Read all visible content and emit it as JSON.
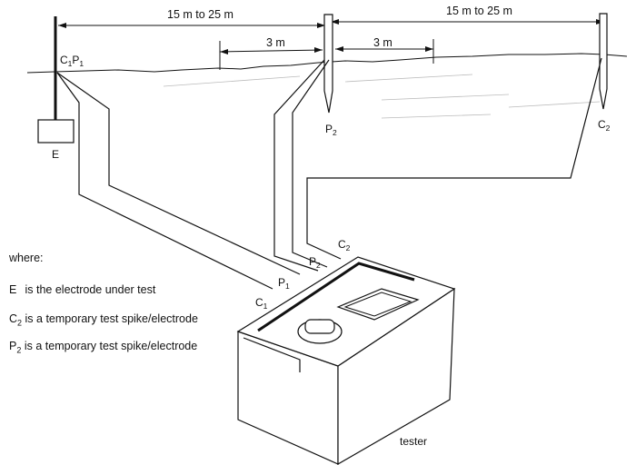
{
  "labels": {
    "top_distance_left": "15 m to 25 m",
    "top_distance_right": "15 m to 25 m",
    "gap_left": "3 m",
    "gap_right": "3 m",
    "c1p1_c": "C",
    "c1p1_c_sub": "1",
    "c1p1_p": "P",
    "c1p1_p_sub": "1",
    "electrode_e": "E",
    "spike_p2": "P",
    "spike_p2_sub": "2",
    "spike_c2": "C",
    "spike_c2_sub": "2",
    "terminal_c2": "C",
    "terminal_c2_sub": "2",
    "terminal_p2": "P",
    "terminal_p2_sub": "2",
    "terminal_p1": "P",
    "terminal_p1_sub": "1",
    "terminal_c1": "C",
    "terminal_c1_sub": "1",
    "tester": "tester"
  },
  "legend": {
    "title": "where:",
    "items": [
      {
        "symbol": "E",
        "subscript": "",
        "text": "is the electrode under test"
      },
      {
        "symbol": "C",
        "subscript": "2",
        "text": "is a temporary test spike/electrode"
      },
      {
        "symbol": "P",
        "subscript": "2",
        "text": "is a temporary test spike/electrode"
      }
    ]
  }
}
